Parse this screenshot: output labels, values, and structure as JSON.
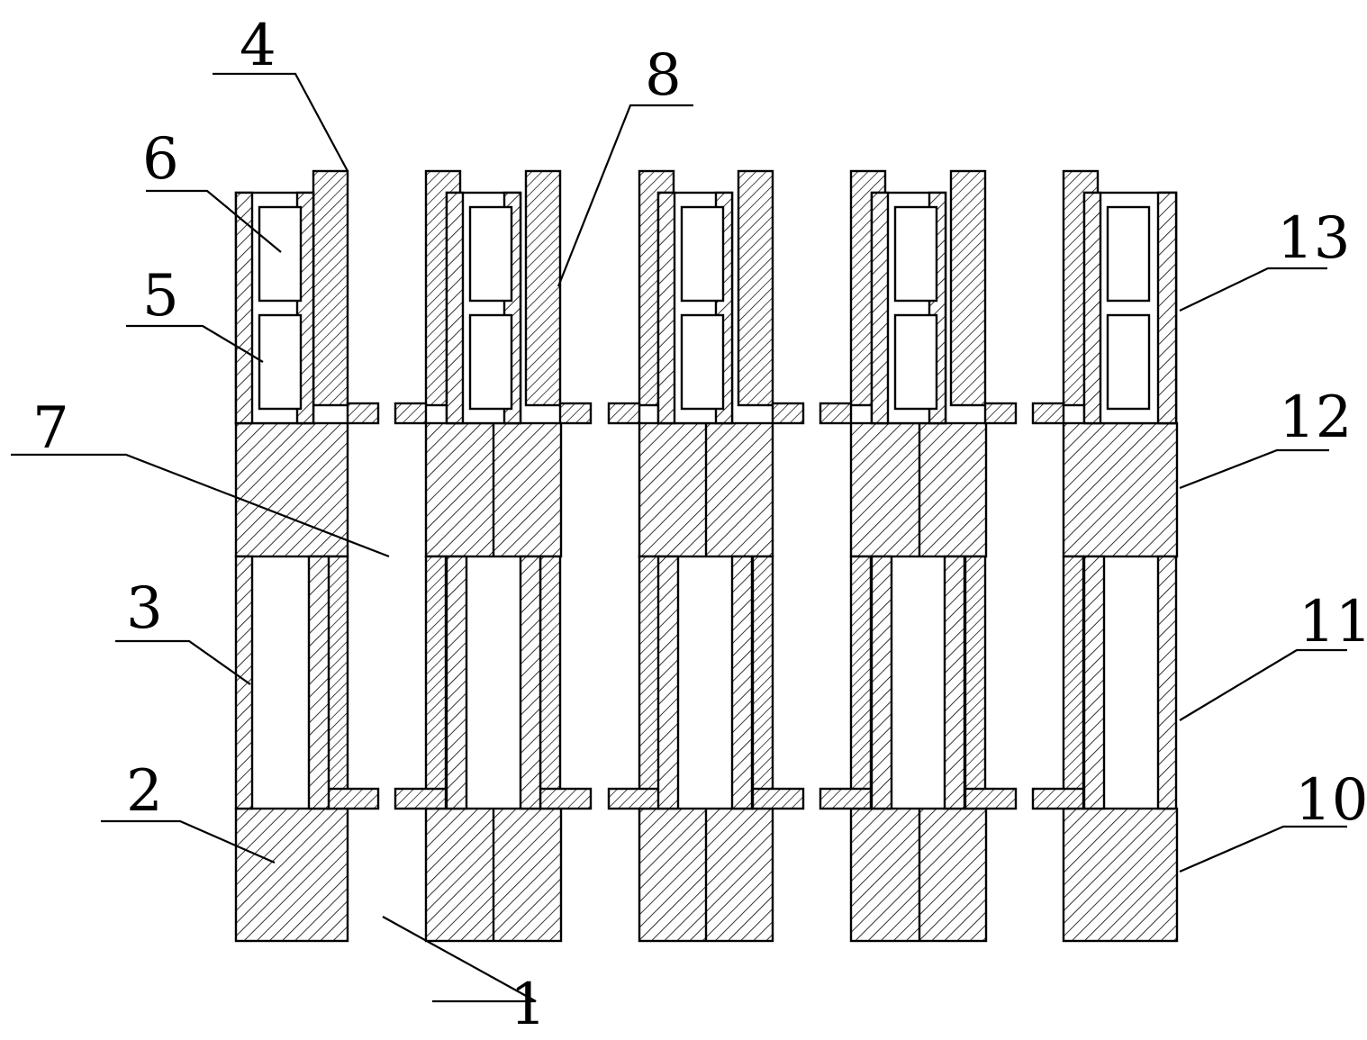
{
  "labels": {
    "l1": "1",
    "l2": "2",
    "l3": "3",
    "l4": "4",
    "l5": "5",
    "l6": "6",
    "l7": "7",
    "l8": "8",
    "l10": "10",
    "l11": "11",
    "l12": "12",
    "l13": "13"
  },
  "colors": {
    "stroke": "#000000",
    "background": "#ffffff"
  }
}
